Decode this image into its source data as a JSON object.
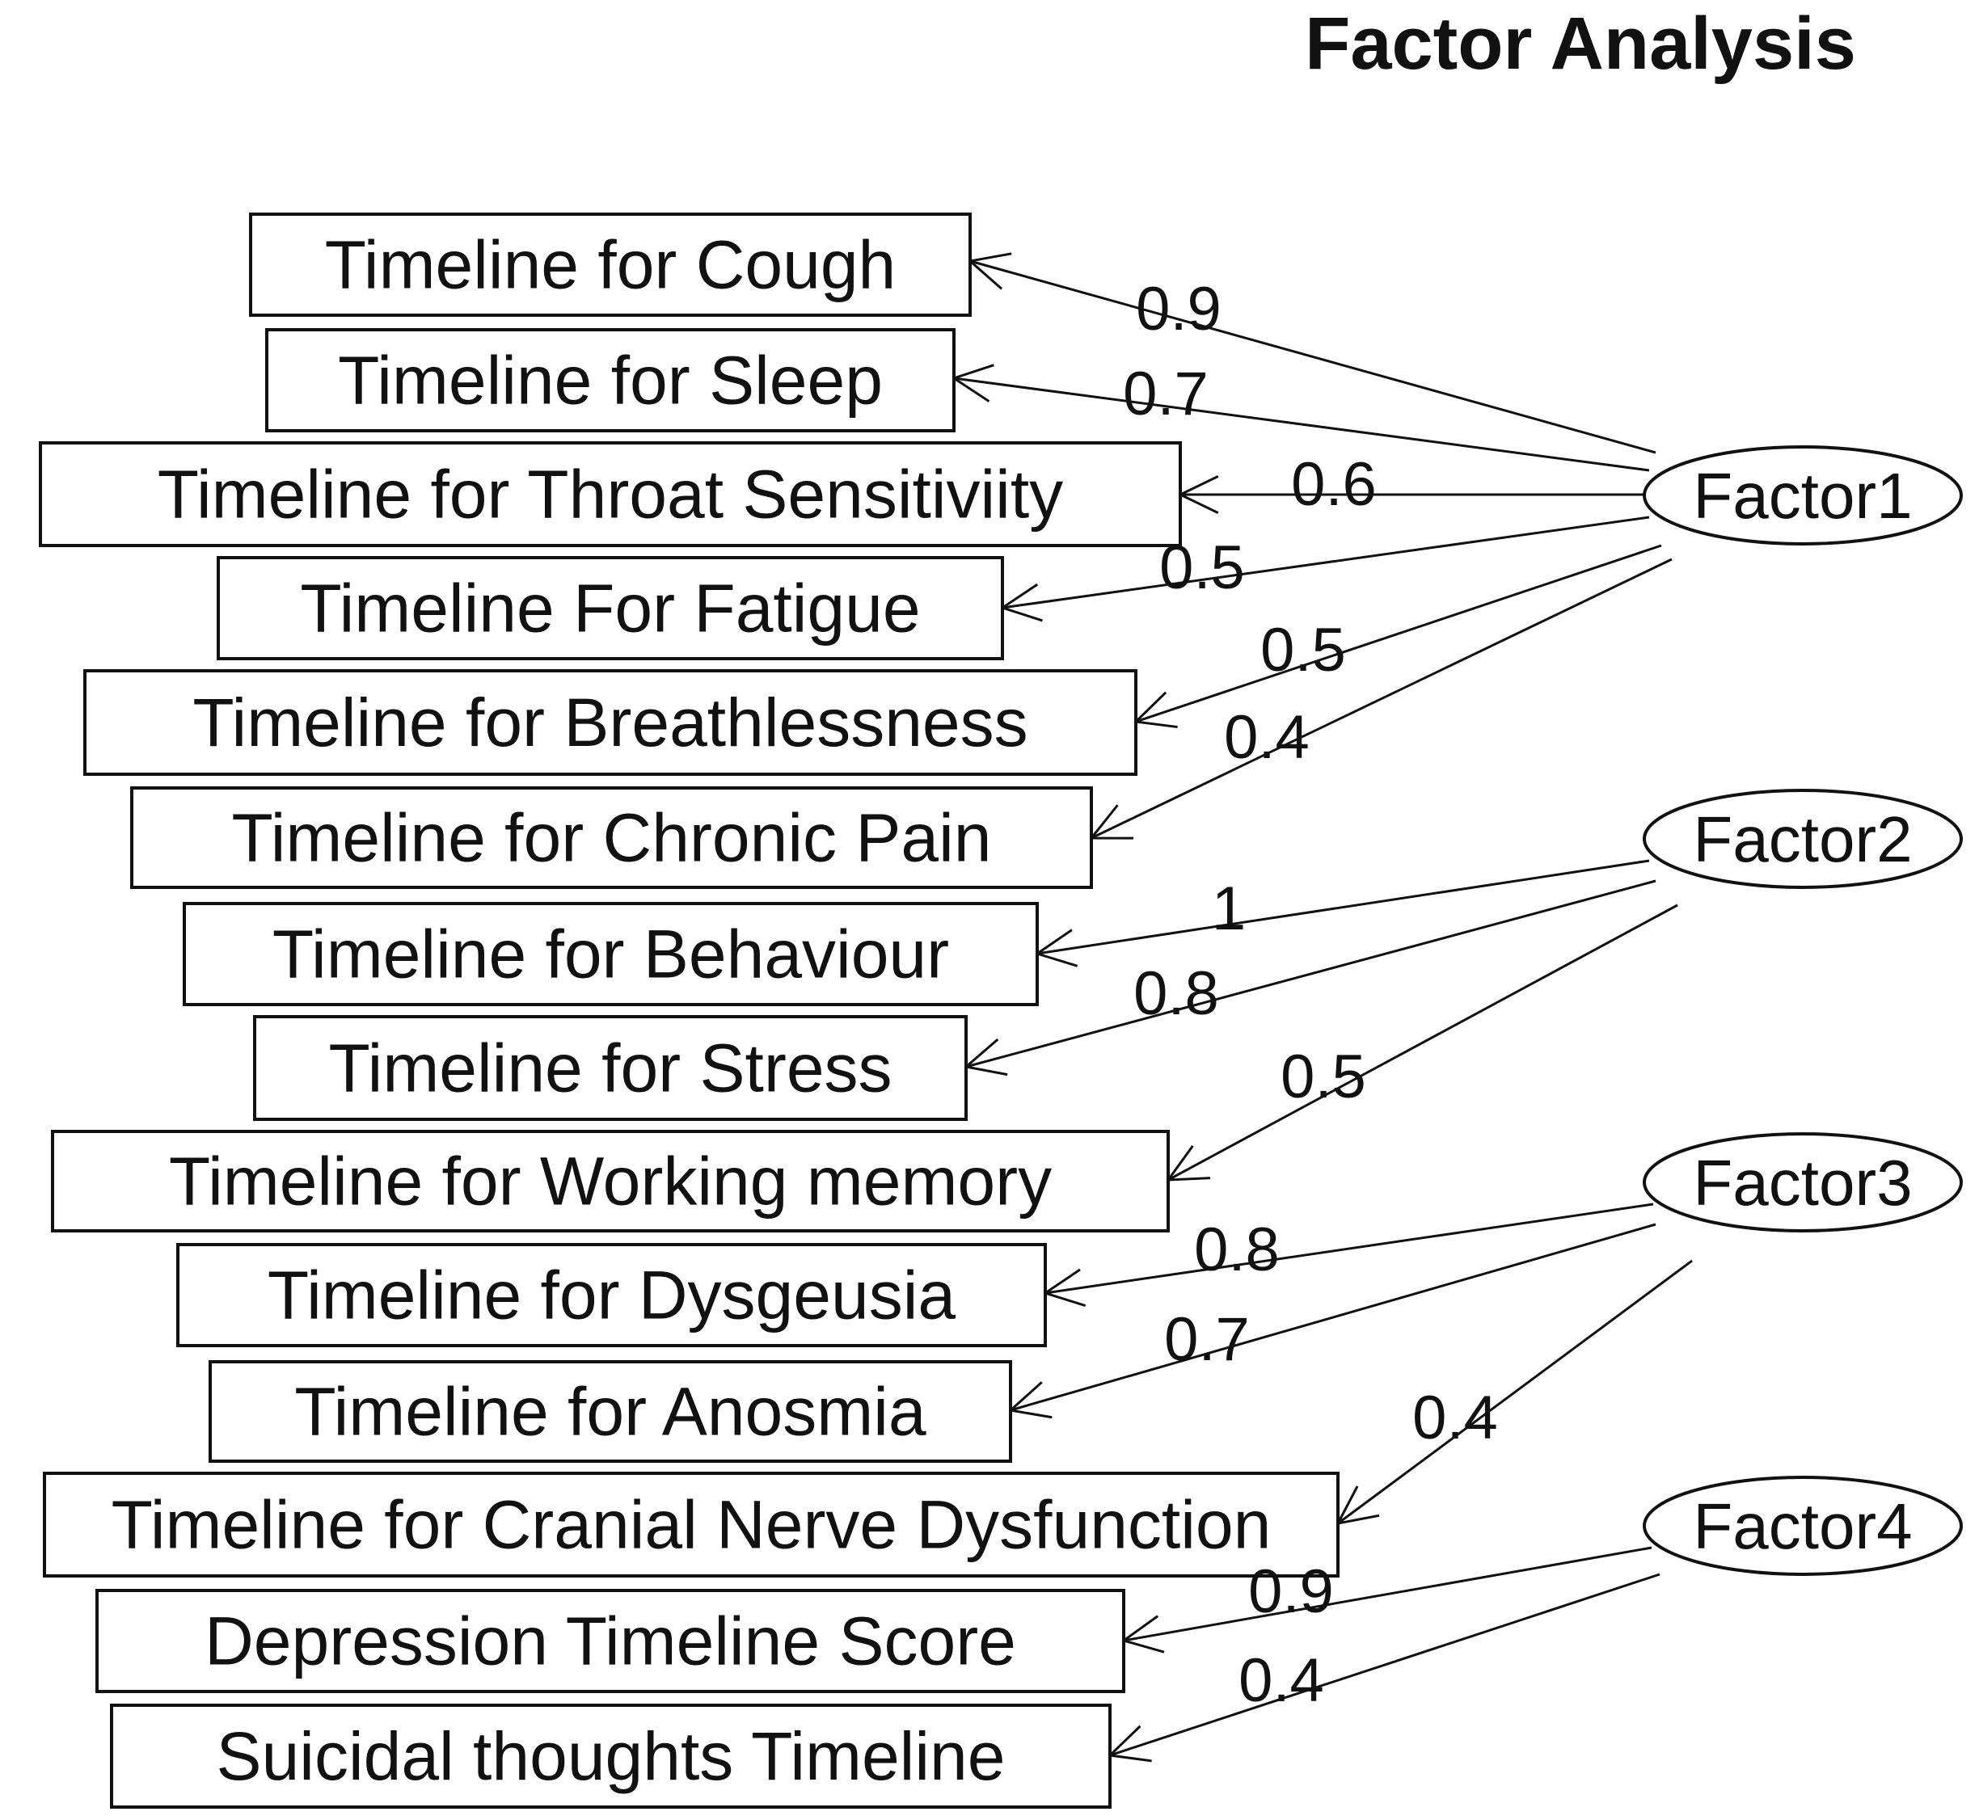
{
  "title": "Factor Analysis",
  "factors": [
    {
      "id": "F1",
      "label": "Factor1"
    },
    {
      "id": "F2",
      "label": "Factor2"
    },
    {
      "id": "F3",
      "label": "Factor3"
    },
    {
      "id": "F4",
      "label": "Factor4"
    }
  ],
  "variables": [
    {
      "label": "Timeline for Cough"
    },
    {
      "label": "Timeline for Sleep"
    },
    {
      "label": "Timeline for Throat Sensitiviity"
    },
    {
      "label": "Timeline For Fatigue"
    },
    {
      "label": "Timeline for Breathlessness"
    },
    {
      "label": "Timeline for Chronic Pain"
    },
    {
      "label": "Timeline for Behaviour"
    },
    {
      "label": "Timeline for Stress"
    },
    {
      "label": "Timeline for Working memory"
    },
    {
      "label": "Timeline for Dysgeusia"
    },
    {
      "label": "Timeline for Anosmia"
    },
    {
      "label": "Timeline for Cranial Nerve Dysfunction"
    },
    {
      "label": "Depression Timeline Score"
    },
    {
      "label": "Suicidal thoughts Timeline"
    }
  ],
  "loadings": [
    {
      "factor": "F1",
      "variable": 0,
      "value": "0.9"
    },
    {
      "factor": "F1",
      "variable": 1,
      "value": "0.7"
    },
    {
      "factor": "F1",
      "variable": 2,
      "value": "0.6"
    },
    {
      "factor": "F1",
      "variable": 3,
      "value": "0.5"
    },
    {
      "factor": "F1",
      "variable": 4,
      "value": "0.5"
    },
    {
      "factor": "F1",
      "variable": 5,
      "value": "0.4"
    },
    {
      "factor": "F2",
      "variable": 6,
      "value": "1"
    },
    {
      "factor": "F2",
      "variable": 7,
      "value": "0.8"
    },
    {
      "factor": "F2",
      "variable": 8,
      "value": "0.5"
    },
    {
      "factor": "F3",
      "variable": 9,
      "value": "0.8"
    },
    {
      "factor": "F3",
      "variable": 10,
      "value": "0.7"
    },
    {
      "factor": "F3",
      "variable": 11,
      "value": "0.4"
    },
    {
      "factor": "F4",
      "variable": 12,
      "value": "0.9"
    },
    {
      "factor": "F4",
      "variable": 13,
      "value": "0.4"
    }
  ]
}
